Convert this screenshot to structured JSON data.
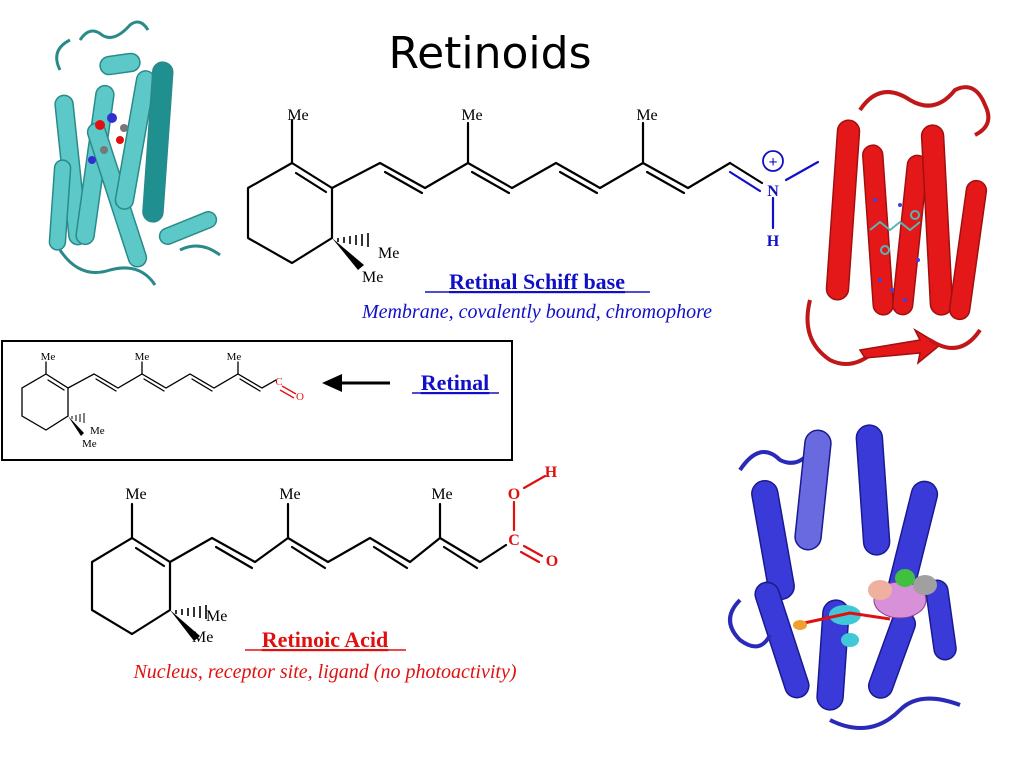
{
  "title": "Retinoids",
  "methyl_label": "Me",
  "schiff_base": {
    "heading": "Retinal Schiff base",
    "description": "Membrane, covalently bound, chromophore",
    "charge": "+",
    "nitrogen": "N",
    "hydrogen": "H"
  },
  "retinal": {
    "heading": "Retinal",
    "carbon": "C",
    "oxygen": "O"
  },
  "retinoic_acid": {
    "heading": "Retinoic Acid",
    "description": "Nucleus, receptor site, ligand (no photoactivity)",
    "carbon": "C",
    "oxygen": "O",
    "hydroxyl_o": "O",
    "hydroxyl_h": "H"
  },
  "colors": {
    "schiff_blue": "#1010c8",
    "acid_red": "#e01010",
    "protein_cyan": "#5cc8c8",
    "protein_red": "#e41818",
    "protein_blue": "#3a3ad8"
  },
  "images": [
    {
      "icon": "rhodopsin-membrane-protein-cyan"
    },
    {
      "icon": "opsin-protein-red"
    },
    {
      "icon": "nuclear-receptor-protein-blue"
    }
  ]
}
